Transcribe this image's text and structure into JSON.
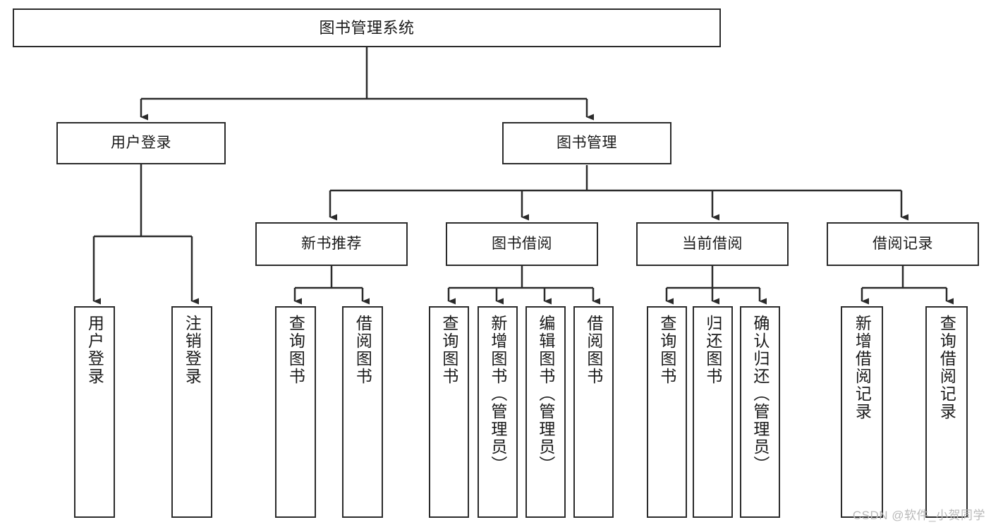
{
  "diagram": {
    "title": "图书管理系统",
    "watermark": "CSDN @软件_小贺同学",
    "line_color": "#2b2b2b",
    "box_fill": "#ffffff",
    "text_color": "#1a1a1a",
    "nodes": {
      "root": {
        "label": "图书管理系统"
      },
      "level1": [
        {
          "label": "用户登录"
        },
        {
          "label": "图书管理"
        }
      ],
      "level2": [
        {
          "label": "新书推荐"
        },
        {
          "label": "图书借阅"
        },
        {
          "label": "当前借阅"
        },
        {
          "label": "借阅记录"
        }
      ],
      "leaves": {
        "user_login": [
          {
            "label": "用户登录"
          },
          {
            "label": "注销登录"
          }
        ],
        "new_book_recommend": [
          {
            "label": "查询图书"
          },
          {
            "label": "借阅图书"
          }
        ],
        "book_borrow": [
          {
            "label": "查询图书"
          },
          {
            "label": "新增图书（管理员）"
          },
          {
            "label": "编辑图书（管理员）"
          },
          {
            "label": "借阅图书"
          }
        ],
        "current_borrow": [
          {
            "label": "查询图书"
          },
          {
            "label": "归还图书"
          },
          {
            "label": "确认归还（管理员）"
          }
        ],
        "borrow_record": [
          {
            "label": "新增借阅记录"
          },
          {
            "label": "查询借阅记录"
          }
        ]
      }
    }
  }
}
